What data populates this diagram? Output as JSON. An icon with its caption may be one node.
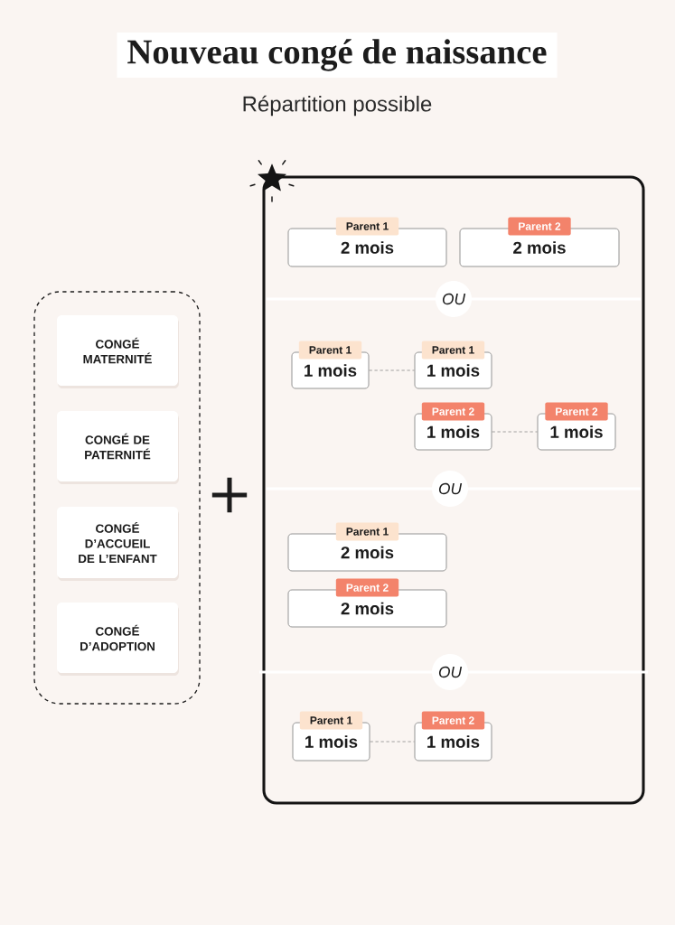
{
  "diagram": {
    "title": "Nouveau congé de naissance",
    "nodes": [
      {
        "text": [],
        "shape": "box"
      },
      {
        "text": [
          "CONGÉ MATERNITÉ"
        ],
        "in": 0
      },
      {
        "text": [
          "CONGÉ DE PATERNITÉ"
        ],
        "in": 0
      },
      {
        "text": [
          "CONGÉ D’ACCUEIL DE L’ENFANT"
        ],
        "in": 0
      },
      {
        "text": [
          "CONGÉ D’ADOPTION"
        ],
        "in": 0
      },
      {
        "text": [],
        "shape": "box"
      },
      {
        "text": [
          "Parent 1",
          "2 mois"
        ],
        "in": 5
      },
      {
        "text": [
          "Parent 2",
          "2 mois"
        ],
        "in": 5
      },
      {
        "text": [
          "OU"
        ],
        "in": 5
      },
      {
        "text": [
          "Parent 1",
          "1 mois"
        ],
        "in": 5
      },
      {
        "text": [
          "Parent 1",
          "1 mois"
        ],
        "in": 5
      },
      {
        "text": [
          "Parent 2",
          "1 mois"
        ],
        "in": 5
      },
      {
        "text": [
          "Parent 2",
          "1 mois"
        ],
        "in": 5
      },
      {
        "text": [
          "OU"
        ],
        "in": 5
      },
      {
        "text": [
          "Parent 1",
          "2 mois"
        ],
        "in": 5
      },
      {
        "text": [
          "Parent 2",
          "2 mois"
        ],
        "in": 5
      },
      {
        "text": [
          "OU"
        ],
        "in": 5
      },
      {
        "text": [
          "Parent 1",
          "1 mois"
        ],
        "in": 5
      },
      {
        "text": [
          "Parent 2",
          "1 mois"
        ],
        "in": 5
      }
    ],
    "edges": [
      {
        "from": 9,
        "to": 10,
        "arrow": "none",
        "style": "dashed"
      },
      {
        "from": 11,
        "to": 12,
        "arrow": "none",
        "style": "dashed"
      },
      {
        "from": 17,
        "to": 18,
        "arrow": "none",
        "style": "dashed"
      }
    ],
    "labels": [
      "Répartition possible",
      "+"
    ]
  }
}
